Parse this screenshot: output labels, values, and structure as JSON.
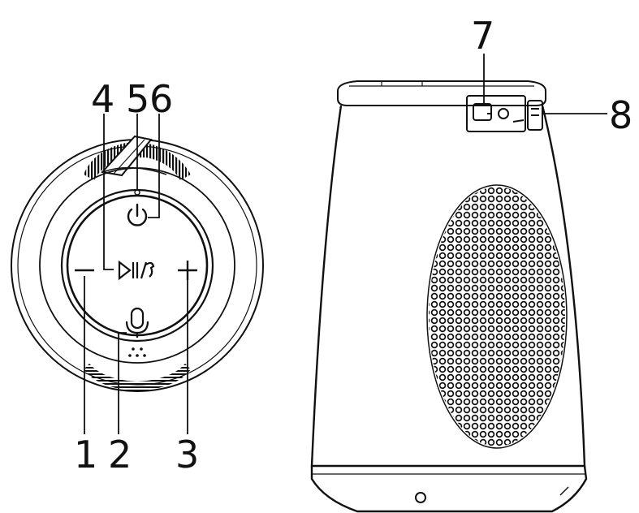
{
  "callouts": {
    "c1": "1",
    "c2": "2",
    "c3": "3",
    "c4": "4",
    "c5": "5",
    "c6": "6",
    "c7": "7",
    "c8": "8"
  },
  "icons": {
    "minus": "minus-icon",
    "plus": "plus-icon",
    "play_pause_call": "play-pause-call-icon",
    "power": "power-icon",
    "mic": "microphone-icon",
    "port": "charging-port-icon"
  },
  "colors": {
    "line": "#111111",
    "background": "#ffffff"
  }
}
